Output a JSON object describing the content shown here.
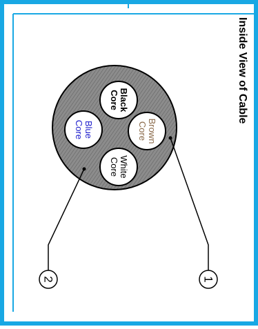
{
  "diagram": {
    "title": "Inside View of Cable",
    "cores": [
      {
        "line1": "Black",
        "line2": "Core",
        "color": "#000000",
        "bold": true
      },
      {
        "line1": "Brown",
        "line2": "Core",
        "color": "#8a6a4a",
        "bold": false
      },
      {
        "line1": "Blue",
        "line2": "Core",
        "color": "#1c1ccc",
        "bold": false
      },
      {
        "line1": "White",
        "line2": "Core",
        "color": "#000000",
        "bold": false
      }
    ],
    "callouts": [
      {
        "number": "1"
      },
      {
        "number": "2"
      }
    ]
  },
  "colors": {
    "frame": "#18a8e4",
    "jacket": "#8c8c8c",
    "outline": "#000000"
  }
}
